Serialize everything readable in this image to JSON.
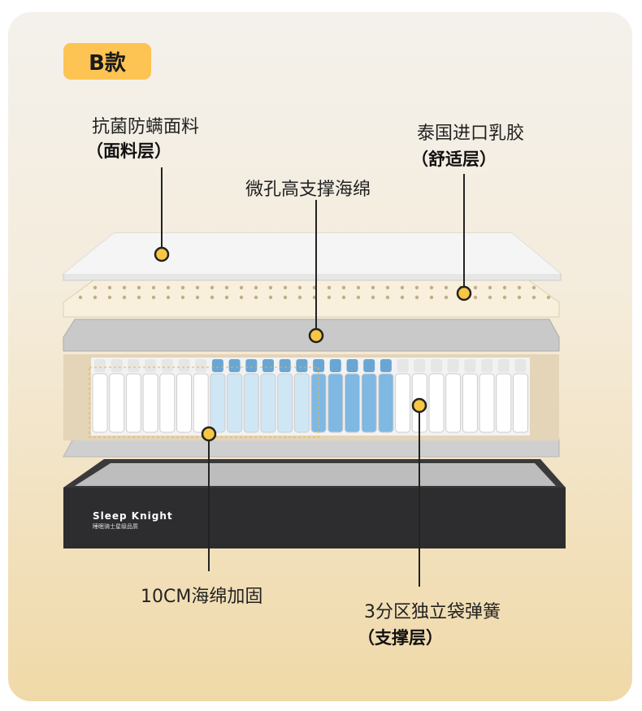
{
  "badge": "B款",
  "callouts": {
    "cover": {
      "title": "抗菌防螨面料",
      "sub": "（面料层）"
    },
    "latex": {
      "title": "泰国进口乳胶",
      "sub": "（舒适层）"
    },
    "foam": {
      "title": "微孔高支撑海绵"
    },
    "edge": {
      "title": "10CM海绵加固"
    },
    "spring": {
      "title": "3分区独立袋弹簧",
      "sub": "（支撑层）"
    }
  },
  "brand": {
    "name": "Sleep Knight",
    "tagline": "睡眠骑士星级品质"
  },
  "colors": {
    "accent": "#fdc453",
    "dot": "#f7c744",
    "base": "#2d2d2f"
  }
}
